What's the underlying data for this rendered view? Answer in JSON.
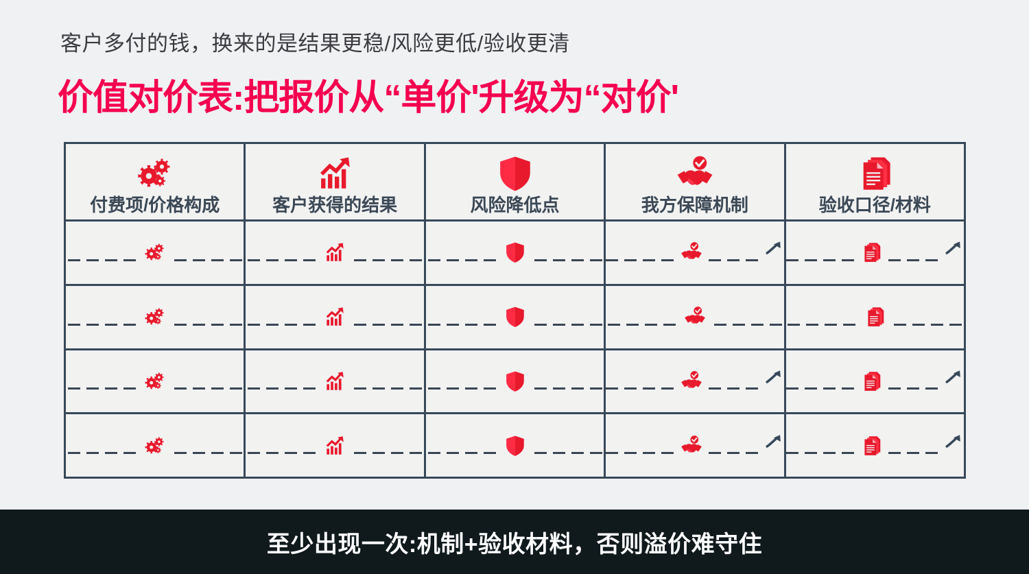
{
  "theme": {
    "background": "#f0f1f3",
    "accent_red": "#f5004f",
    "icon_red": "#e8192c",
    "border": "#37495a",
    "header_text": "#3b4856",
    "footer_background": "#101a1d",
    "footer_text": "#ffffff"
  },
  "header": {
    "subtitle": "客户多付的钱，换来的是结果更稳/风险更低/验收更清",
    "title": "价值对价表:把报价从“单价'升级为“对价'"
  },
  "table": {
    "columns": [
      {
        "label": "付费项/价格构成",
        "icon": "gears-icon"
      },
      {
        "label": "客户获得的结果",
        "icon": "growth-chart-icon"
      },
      {
        "label": "风险降低点",
        "icon": "shield-icon"
      },
      {
        "label": "我方保障机制",
        "icon": "handshake-check-icon"
      },
      {
        "label": "验收口径/材料",
        "icon": "documents-icon"
      }
    ],
    "rows": [
      [
        {
          "icon": "gears-icon",
          "has_arrow": false
        },
        {
          "icon": "growth-chart-icon",
          "has_arrow": false
        },
        {
          "icon": "shield-icon",
          "has_arrow": false
        },
        {
          "icon": "handshake-check-icon",
          "has_arrow": true
        },
        {
          "icon": "documents-icon",
          "has_arrow": true
        }
      ],
      [
        {
          "icon": "gears-icon",
          "has_arrow": false
        },
        {
          "icon": "growth-chart-icon",
          "has_arrow": false
        },
        {
          "icon": "shield-icon",
          "has_arrow": false
        },
        {
          "icon": "handshake-check-icon",
          "has_arrow": false
        },
        {
          "icon": "documents-icon",
          "has_arrow": false
        }
      ],
      [
        {
          "icon": "gears-icon",
          "has_arrow": false
        },
        {
          "icon": "growth-chart-icon",
          "has_arrow": false
        },
        {
          "icon": "shield-icon",
          "has_arrow": false
        },
        {
          "icon": "handshake-check-icon",
          "has_arrow": true
        },
        {
          "icon": "documents-icon",
          "has_arrow": true
        }
      ],
      [
        {
          "icon": "gears-icon",
          "has_arrow": false
        },
        {
          "icon": "growth-chart-icon",
          "has_arrow": false
        },
        {
          "icon": "shield-icon",
          "has_arrow": false
        },
        {
          "icon": "handshake-check-icon",
          "has_arrow": true
        },
        {
          "icon": "documents-icon",
          "has_arrow": true
        }
      ]
    ]
  },
  "footer": {
    "text": "至少出现一次:机制+验收材料，否则溢价难守住"
  }
}
